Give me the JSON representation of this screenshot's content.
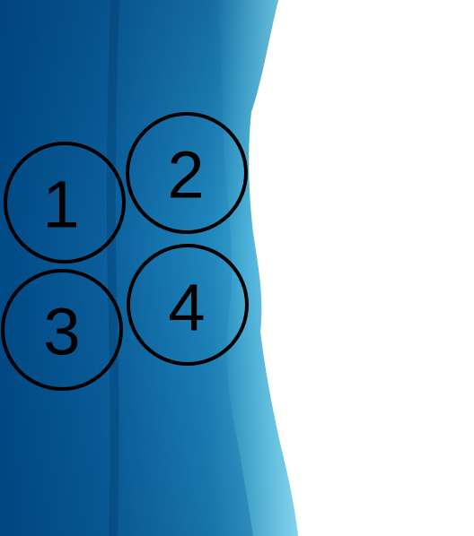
{
  "figure": {
    "background_color": "#ffffff",
    "body_gradient_colors": [
      "#004a86",
      "#0b5f9c",
      "#1f86bc",
      "#5ec7e6"
    ],
    "marker_stroke_color": "#000000",
    "markers": [
      {
        "label": "1"
      },
      {
        "label": "2"
      },
      {
        "label": "3"
      },
      {
        "label": "4"
      }
    ]
  }
}
